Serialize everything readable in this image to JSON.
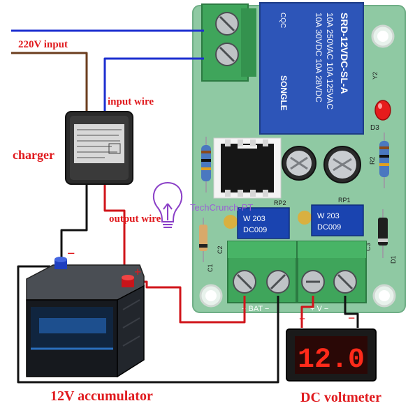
{
  "labels": {
    "input_220v": "220V input",
    "input_wire": "input wire",
    "charger": "charger",
    "output_wire": "output wire",
    "accumulator": "12V accumulator",
    "voltmeter": "DC voltmeter",
    "minus": "−",
    "plus": "+"
  },
  "board": {
    "relay_lines": [
      "SRD-12VDC-SL-A",
      "10A 250VAC 10A 125VAC",
      "10A 30VDC 10A 28VDC"
    ],
    "relay_brand": "SONGLE",
    "relay_cqc": "CQC",
    "pot_label": "W 203",
    "pot_code": "DC009",
    "rp1": "RP1",
    "rp2": "RP2",
    "d3": "D3",
    "r2": "R2",
    "d1": "D1",
    "c1": "C1",
    "c2": "C2",
    "c3": "C3",
    "y2": "Y2",
    "bat_label": "+ BAT −",
    "v_label": "+ V −",
    "watermark": "TechCrunch-PT"
  },
  "meter": {
    "reading": "12.0"
  },
  "colors": {
    "wire_blue": "#1c2fd0",
    "wire_brown": "#6b3d1e",
    "wire_red": "#d0141a",
    "wire_black": "#111111",
    "pcb_green": "#8fc9a3",
    "terminal_green": "#3fa55b",
    "relay_blue": "#2d55b8",
    "pot_blue": "#1a44b0",
    "label_red": "#e0191d",
    "display_red": "#ff2a1a"
  },
  "icons": [
    "bulb-icon"
  ]
}
